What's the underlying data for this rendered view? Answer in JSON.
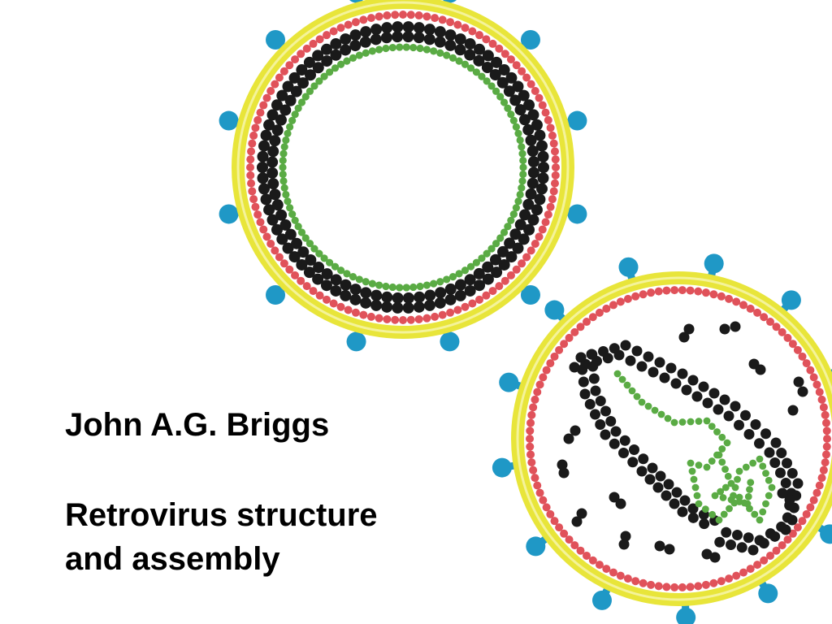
{
  "slide": {
    "author": "John A.G. Briggs",
    "title_line_1": "Retrovirus structure",
    "title_line_2": "and assembly"
  },
  "illustration": {
    "immature_particle": {
      "label": "immature-virion",
      "spike_count": 12
    },
    "mature_particle": {
      "label": "mature-virion",
      "spike_count": 13
    },
    "colors": {
      "envelope": "#e8e53a",
      "envelope_light": "#f4f39a",
      "matrix": "#e0525a",
      "gag": "#1a1a1a",
      "rna": "#5aab44",
      "spike": "#1f98c6",
      "background": "#ffffff"
    }
  }
}
